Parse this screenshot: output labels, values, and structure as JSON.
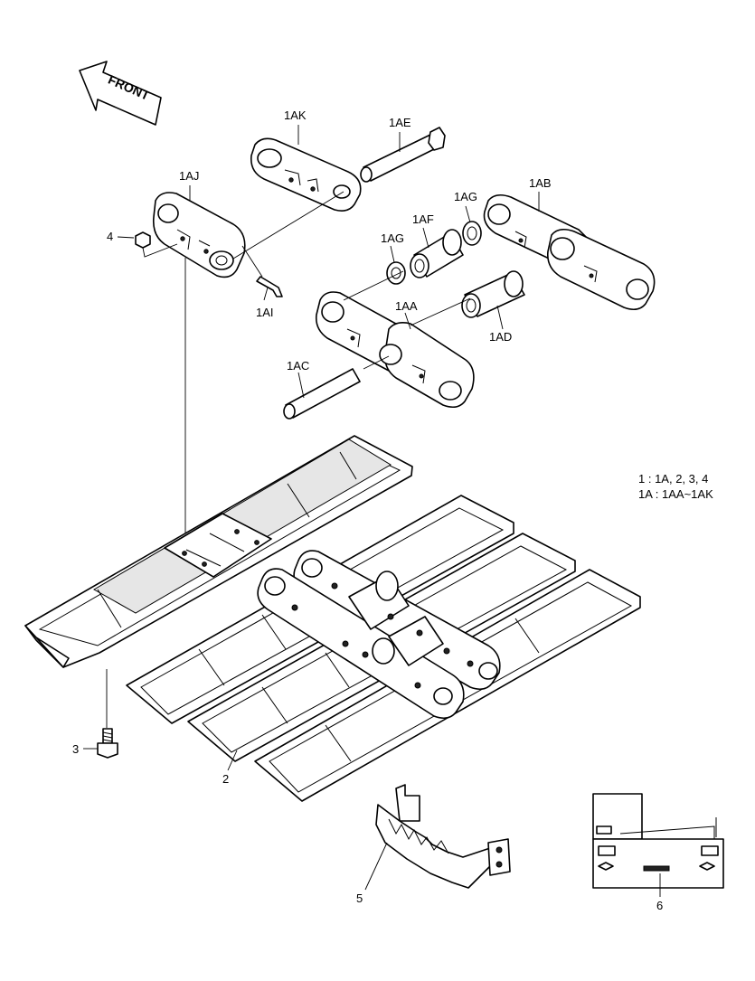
{
  "front_label": "FRONT",
  "callouts": {
    "1AK": "1AK",
    "1AE": "1AE",
    "1AJ": "1AJ",
    "1AG_top": "1AG",
    "1AB": "1AB",
    "1AF": "1AF",
    "1AG_left": "1AG",
    "4": "4",
    "1AI": "1AI",
    "1AA": "1AA",
    "1AD": "1AD",
    "1AC": "1AC",
    "3": "3",
    "2": "2",
    "5": "5",
    "6": "6"
  },
  "legend": {
    "line1": "1 : 1A, 2, 3, 4",
    "line2": "1A : 1AA~1AK"
  }
}
